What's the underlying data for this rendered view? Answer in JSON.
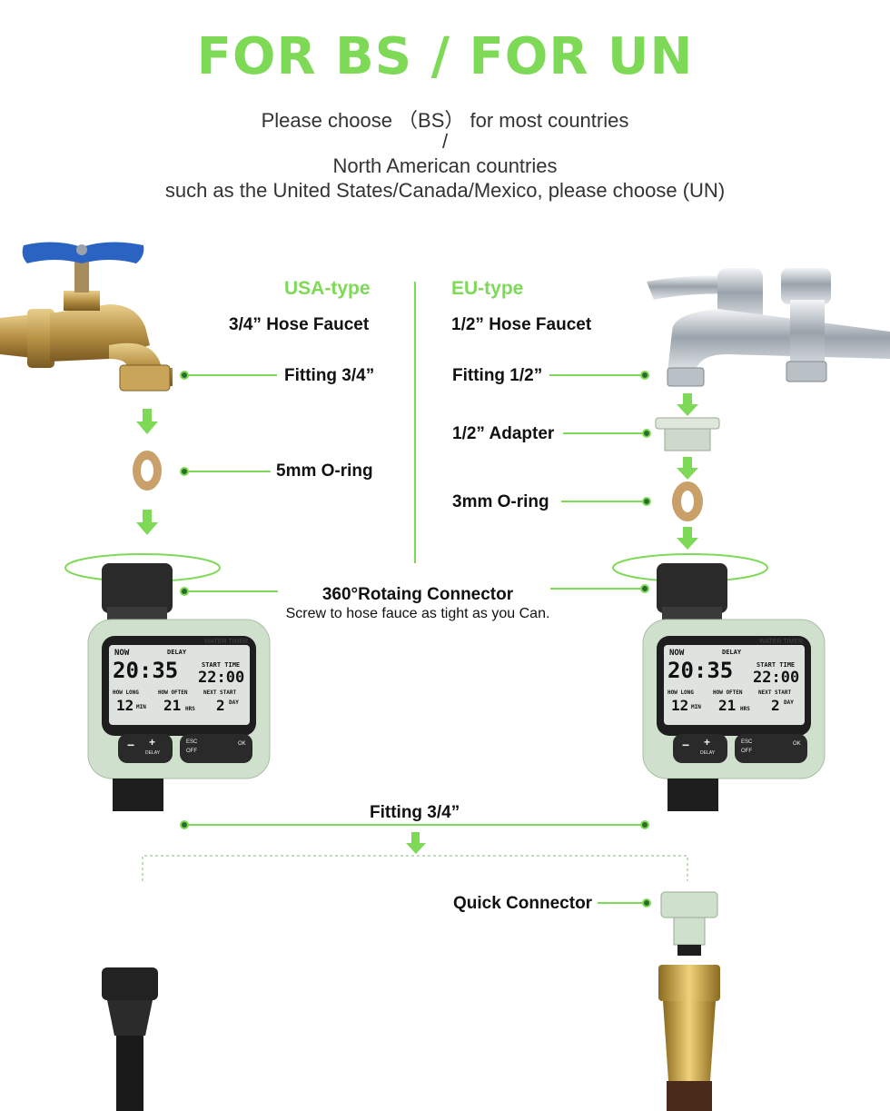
{
  "header": {
    "title": "FOR BS / FOR UN",
    "line1": "Please choose （BS） for most countries",
    "line2": "/",
    "line3": "North American countries",
    "line4": "such as the United States/Canada/Mexico, please choose (UN)"
  },
  "usa": {
    "type_label": "USA-type",
    "faucet": "3/4” Hose Faucet",
    "fitting": "Fitting 3/4”",
    "oring": "5mm O-ring"
  },
  "eu": {
    "type_label": "EU-type",
    "faucet": "1/2” Hose Faucet",
    "fitting": "Fitting 1/2”",
    "adapter": "1/2” Adapter",
    "oring": "3mm O-ring"
  },
  "connector": {
    "title": "360°Rotaing Connector",
    "note": "Screw to hose fauce as tight as you Can."
  },
  "bottom": {
    "fitting": "Fitting 3/4”",
    "quick": "Quick Connector"
  },
  "timer": {
    "brand": "WATER TIMER",
    "now": "NOW",
    "delay": "DELAY",
    "clock": "20:35",
    "start_label": "START TIME",
    "start_value": "22:00",
    "how_long": "HOW LONG",
    "how_long_val": "12",
    "how_long_unit": "MIN",
    "how_often": "HOW OFTEN",
    "how_often_val": "21",
    "how_often_unit": "HRS",
    "next_start": "NEXT START",
    "next_start_val": "2",
    "next_start_unit": "DAY",
    "btn_minus": "−",
    "btn_plus": "+",
    "btn_delay": "DELAY",
    "btn_esc": "ESC",
    "btn_off": "OFF",
    "btn_ok": "OK"
  },
  "colors": {
    "accent": "#7ed957",
    "timer_body": "#cfe0cc",
    "dark": "#1e1e1e"
  }
}
